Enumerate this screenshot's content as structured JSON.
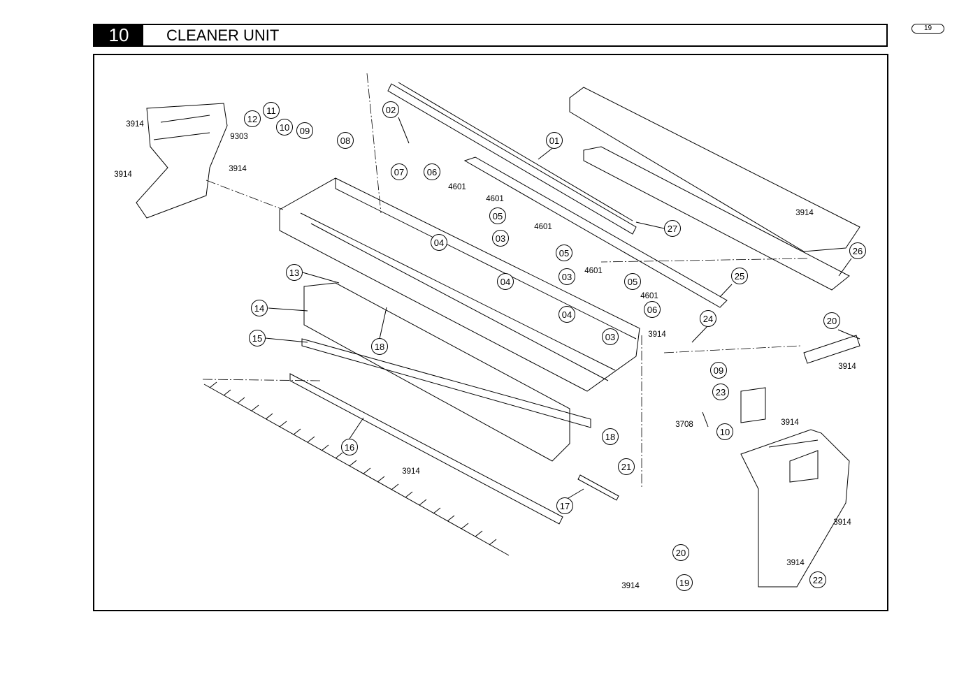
{
  "header": {
    "section_number": "10",
    "title": "CLEANER UNIT",
    "page_number": "19"
  },
  "callouts": [
    "01",
    "02",
    "03",
    "03",
    "03",
    "04",
    "04",
    "04",
    "05",
    "05",
    "05",
    "06",
    "06",
    "07",
    "08",
    "09",
    "09",
    "10",
    "10",
    "11",
    "12",
    "13",
    "14",
    "15",
    "16",
    "17",
    "18",
    "18",
    "19",
    "20",
    "20",
    "21",
    "22",
    "23",
    "24",
    "25",
    "26",
    "27"
  ],
  "screws": [
    "3914",
    "3914",
    "3914",
    "3914",
    "3914",
    "3914",
    "3914",
    "3914",
    "3914",
    "3914",
    "3914",
    "9303",
    "4601",
    "4601",
    "4601",
    "4601",
    "4601",
    "3708"
  ]
}
